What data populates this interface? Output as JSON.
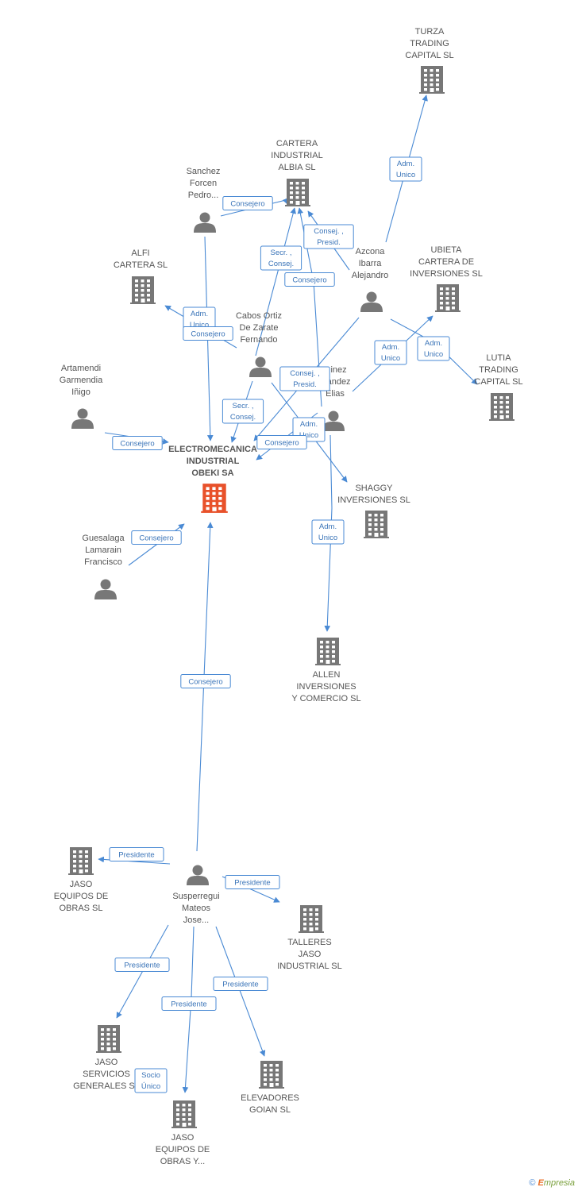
{
  "colors": {
    "company": "#777777",
    "company_main": "#e8512a",
    "person": "#777777",
    "edge": "#4a8ad4",
    "label": "#555555"
  },
  "nodes": [
    {
      "id": "turza",
      "kind": "company",
      "lines": [
        "TURZA",
        "TRADING",
        "CAPITAL SL"
      ]
    },
    {
      "id": "cartera_albia",
      "kind": "company",
      "lines": [
        "CARTERA",
        "INDUSTRIAL",
        "ALBIA SL"
      ]
    },
    {
      "id": "sanchez",
      "kind": "person",
      "lines": [
        "Sanchez",
        "Forcen",
        "Pedro..."
      ]
    },
    {
      "id": "alfi",
      "kind": "company",
      "lines": [
        "ALFI",
        "CARTERA SL"
      ]
    },
    {
      "id": "azcona",
      "kind": "person",
      "lines": [
        "Azcona",
        "Ibarra",
        "Alejandro"
      ]
    },
    {
      "id": "ubieta",
      "kind": "company",
      "lines": [
        "UBIETA",
        "CARTERA DE",
        "INVERSIONES SL"
      ]
    },
    {
      "id": "cabos",
      "kind": "person",
      "lines": [
        "Cabos Ortiz",
        "De Zarate",
        "Fernando"
      ]
    },
    {
      "id": "lutia",
      "kind": "company",
      "lines": [
        "LUTIA",
        "TRADING",
        "CAPITAL SL"
      ]
    },
    {
      "id": "martinez",
      "kind": "person",
      "lines": [
        "...inez",
        "...andez",
        "Elias"
      ]
    },
    {
      "id": "artamendi",
      "kind": "person",
      "lines": [
        "Artamendi",
        "Garmendia",
        "Iñigo"
      ]
    },
    {
      "id": "main",
      "kind": "company_main",
      "lines": [
        "ELECTROMECANICA",
        "INDUSTRIAL",
        "OBEKI SA"
      ]
    },
    {
      "id": "shaggy",
      "kind": "company",
      "lines": [
        "SHAGGY",
        "INVERSIONES SL"
      ]
    },
    {
      "id": "guesalaga",
      "kind": "person",
      "lines": [
        "Guesalaga",
        "Lamarain",
        "Francisco"
      ]
    },
    {
      "id": "allen",
      "kind": "company",
      "lines": [
        "ALLEN",
        "INVERSIONES",
        "Y COMERCIO SL"
      ]
    },
    {
      "id": "jaso_equipos_obras",
      "kind": "company",
      "lines": [
        "JASO",
        "EQUIPOS DE",
        "OBRAS SL"
      ]
    },
    {
      "id": "susperregui",
      "kind": "person",
      "lines": [
        "Susperregui",
        "Mateos",
        "Jose..."
      ]
    },
    {
      "id": "talleres_jaso",
      "kind": "company",
      "lines": [
        "TALLERES",
        "JASO",
        "INDUSTRIAL SL"
      ]
    },
    {
      "id": "jaso_servicios",
      "kind": "company",
      "lines": [
        "JASO",
        "SERVICIOS",
        "GENERALES SL"
      ]
    },
    {
      "id": "elevadores",
      "kind": "company",
      "lines": [
        "ELEVADORES",
        "GOIAN SL"
      ]
    },
    {
      "id": "jaso_equipos_y",
      "kind": "company",
      "lines": [
        "JASO",
        "EQUIPOS DE",
        "OBRAS Y..."
      ]
    }
  ],
  "edges": [
    {
      "id": "e_azcona_turza",
      "lines": [
        "Adm.",
        "Unico"
      ]
    },
    {
      "id": "e_sanchez_albia",
      "lines": [
        "Consejero"
      ]
    },
    {
      "id": "e_azcona_albia",
      "lines": [
        "Consej. ,",
        "Presid."
      ]
    },
    {
      "id": "e_cabos_albia",
      "lines": [
        "Secr. ,",
        "Consej."
      ]
    },
    {
      "id": "e_martinez_albia",
      "lines": [
        "Consejero"
      ]
    },
    {
      "id": "e_cabos_alfi",
      "lines": [
        "Adm.",
        "Unico"
      ]
    },
    {
      "id": "e_sanchez_main",
      "lines": [
        "Consejero"
      ]
    },
    {
      "id": "e_azcona_ubieta",
      "lines": [
        "Adm.",
        "Unico"
      ]
    },
    {
      "id": "e_azcona_lutia",
      "lines": [
        "Adm.",
        "Unico"
      ]
    },
    {
      "id": "e_azcona_main",
      "lines": [
        "Consej. ,",
        "Presid."
      ]
    },
    {
      "id": "e_cabos_main",
      "lines": [
        "Secr. ,",
        "Consej."
      ]
    },
    {
      "id": "e_cabos_shaggy",
      "lines": [
        "Adm.",
        "Unico"
      ]
    },
    {
      "id": "e_martinez_main",
      "lines": [
        "Consejero"
      ]
    },
    {
      "id": "e_artamendi_main",
      "lines": [
        "Consejero"
      ]
    },
    {
      "id": "e_martinez_allen",
      "lines": [
        "Adm.",
        "Unico"
      ]
    },
    {
      "id": "e_guesalaga_main",
      "lines": [
        "Consejero"
      ]
    },
    {
      "id": "e_susperregui_main",
      "lines": [
        "Consejero"
      ]
    },
    {
      "id": "e_susp_jaso_equipos_obras",
      "lines": [
        "Presidente"
      ]
    },
    {
      "id": "e_susp_talleres",
      "lines": [
        "Presidente"
      ]
    },
    {
      "id": "e_susp_servicios",
      "lines": [
        "Presidente"
      ]
    },
    {
      "id": "e_susp_elevadores",
      "lines": [
        "Presidente"
      ]
    },
    {
      "id": "e_susp_equipos_y",
      "lines": [
        "Presidente"
      ]
    },
    {
      "id": "e_socio_unico",
      "lines": [
        "Socio",
        "Único"
      ]
    }
  ],
  "footer": {
    "copyright": "©",
    "brand_first": "E",
    "brand_rest": "mpresia"
  }
}
